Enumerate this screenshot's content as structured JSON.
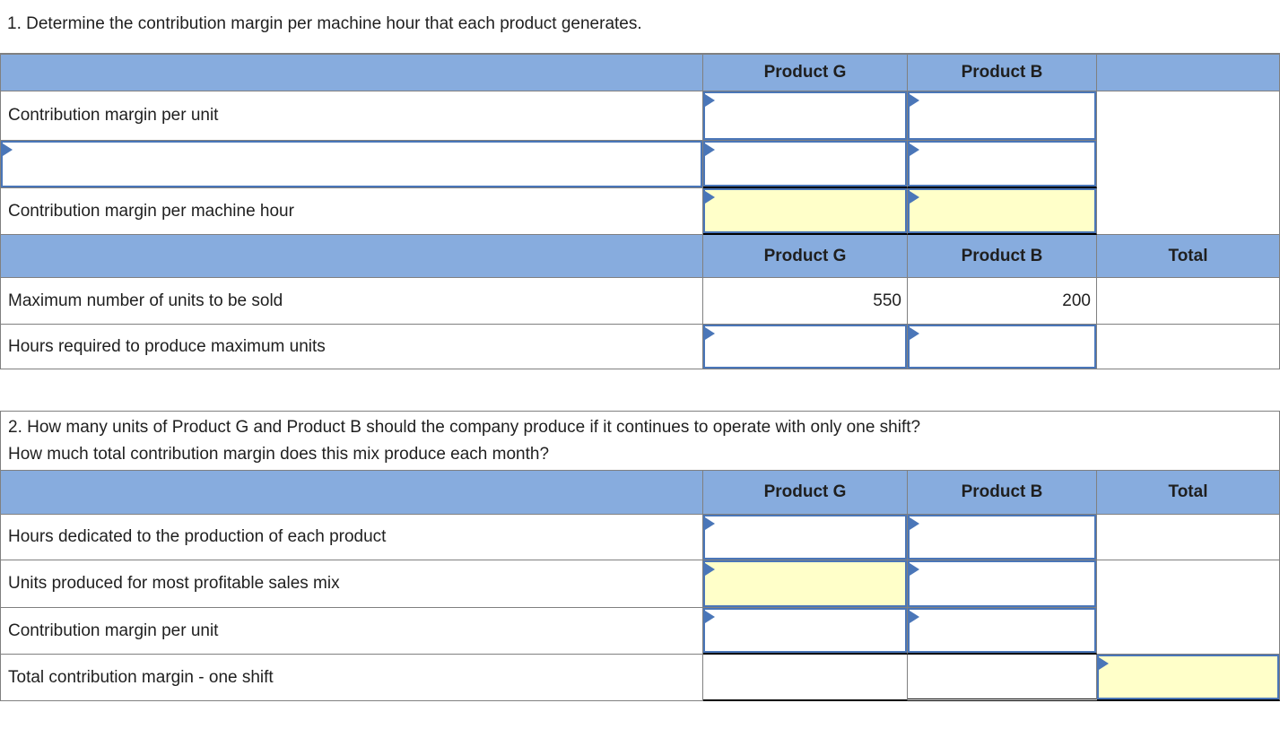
{
  "colors": {
    "header_blue": "#87ACDE",
    "input_border_blue": "#4A76B8",
    "input_yellow": "#FFFFC9",
    "grid_gray": "#808080",
    "rule_black": "#000000",
    "text": "#1f1f1f"
  },
  "question1": {
    "title": "1. Determine the contribution margin per machine hour that each product generates.",
    "table1": {
      "columns": [
        "",
        "Product G",
        "Product B",
        ""
      ],
      "rows": [
        {
          "label": "Contribution margin per unit",
          "product_g": "",
          "product_b": ""
        },
        {
          "label": "",
          "product_g": "",
          "product_b": ""
        },
        {
          "label": "Contribution margin per machine hour",
          "product_g": "",
          "product_b": ""
        }
      ]
    },
    "table2": {
      "columns": [
        "",
        "Product G",
        "Product B",
        "Total"
      ],
      "rows": [
        {
          "label": "Maximum number of units to be sold",
          "product_g": "550",
          "product_b": "200",
          "total": ""
        },
        {
          "label": "Hours required to produce maximum units",
          "product_g": "",
          "product_b": "",
          "total": ""
        }
      ]
    }
  },
  "question2": {
    "line1": "2. How many units of Product G and Product B should the company produce if it continues to operate with only one shift?",
    "line2": "How much total contribution margin does this mix produce each month?",
    "table": {
      "columns": [
        "",
        "Product G",
        "Product B",
        "Total"
      ],
      "rows": [
        {
          "label": "Hours dedicated to the production of each product",
          "product_g": "",
          "product_b": "",
          "total": ""
        },
        {
          "label": "Units produced for most profitable sales mix",
          "product_g": "",
          "product_b": "",
          "total": ""
        },
        {
          "label": "Contribution margin per unit",
          "product_g": "",
          "product_b": "",
          "total": ""
        },
        {
          "label": "Total contribution margin - one shift",
          "product_g": "",
          "product_b": "",
          "total": ""
        }
      ]
    }
  }
}
